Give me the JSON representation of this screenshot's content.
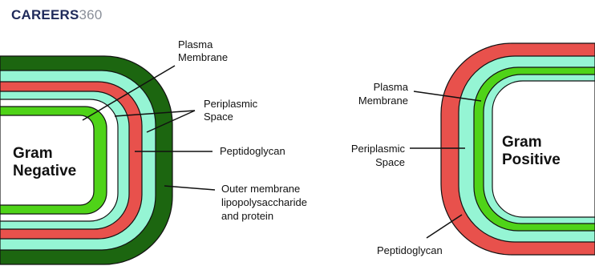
{
  "brand": {
    "part1": "CAREERS",
    "part2": "360",
    "color1": "#1f2a5a",
    "color2": "#8a8f99"
  },
  "colors": {
    "outer_membrane": "#1c6610",
    "periplasm": "#95f5d4",
    "peptidoglycan": "#e8514c",
    "plasma_membrane": "#4fd318",
    "stroke": "#111111",
    "background": "#ffffff"
  },
  "gram_negative": {
    "title_line1": "Gram",
    "title_line2": "Negative",
    "labels": {
      "plasma_membrane": [
        "Plasma",
        "Membrane"
      ],
      "periplasmic_space": [
        "Periplasmic",
        "Space"
      ],
      "peptidoglycan": [
        "Peptidoglycan"
      ],
      "outer_membrane": [
        "Outer membrane",
        "lipopolysaccharide",
        "and protein"
      ]
    }
  },
  "gram_positive": {
    "title_line1": "Gram",
    "title_line2": "Positive",
    "labels": {
      "plasma_membrane": [
        "Plasma",
        "Membrane"
      ],
      "periplasmic_space": [
        "Periplasmic",
        "Space"
      ],
      "peptidoglycan": [
        "Peptidoglycan"
      ]
    }
  }
}
